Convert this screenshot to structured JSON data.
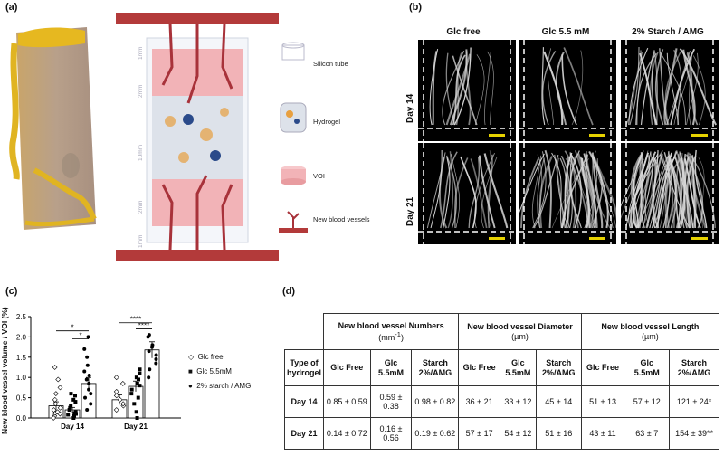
{
  "panels": {
    "a": "(a)",
    "b": "(b)",
    "c": "(c)",
    "d": "(d)"
  },
  "panel_a": {
    "legend": [
      "Silicon tube",
      "Hydrogel",
      "VOI",
      "New blood vessels"
    ],
    "dimensions": [
      "1mm",
      "2mm",
      "10mm",
      "2mm",
      "1mm"
    ]
  },
  "panel_b": {
    "columns": [
      "Glc free",
      "Glc 5.5 mM",
      "2% Starch / AMG"
    ],
    "rows": [
      "Day 14",
      "Day 21"
    ]
  },
  "chart_data": {
    "type": "bar",
    "categories": [
      "Day 14",
      "Day 21"
    ],
    "ylabel": "New blood vessel volume / VOI (%)",
    "ylim": [
      0,
      2.5
    ],
    "yticks": [
      "0.0",
      "0.5",
      "1.0",
      "1.5",
      "2.0",
      "2.5"
    ],
    "series": [
      {
        "name": "Glc free",
        "values": [
          0.3,
          0.45
        ],
        "errors": [
          0.1,
          0.12
        ],
        "points": [
          [
            0.05,
            0.0,
            0.1,
            0.12,
            0.15,
            0.2,
            0.25,
            0.35,
            0.45,
            0.6,
            0.75,
            0.95,
            1.25
          ],
          [
            0.2,
            0.3,
            0.35,
            0.45,
            0.55,
            0.65,
            0.85,
            1.0
          ]
        ]
      },
      {
        "name": "Glc 5.5mM",
        "values": [
          0.2,
          0.78
        ],
        "errors": [
          0.06,
          0.13
        ],
        "points": [
          [
            0.0,
            0.05,
            0.08,
            0.1,
            0.12,
            0.15,
            0.2,
            0.25,
            0.3,
            0.4,
            0.45,
            0.55,
            0.6
          ],
          [
            0.0,
            0.15,
            0.35,
            0.5,
            0.6,
            0.7,
            0.8,
            0.85,
            0.95,
            1.0,
            1.1,
            1.2
          ]
        ]
      },
      {
        "name": "2% starch / AMG",
        "values": [
          0.85,
          1.68
        ],
        "errors": [
          0.15,
          0.2
        ],
        "points": [
          [
            0.2,
            0.35,
            0.5,
            0.6,
            0.7,
            0.85,
            0.95,
            1.05,
            1.15,
            1.3,
            1.5,
            1.7,
            2.0
          ],
          [
            1.0,
            1.2,
            1.35,
            1.45,
            1.55,
            1.65,
            1.75,
            1.8,
            2.0,
            2.05
          ]
        ]
      }
    ],
    "significance": [
      {
        "group": "Day 14",
        "label": "*"
      },
      {
        "group": "Day 14",
        "label": "*"
      },
      {
        "group": "Day 21",
        "label": "****"
      },
      {
        "group": "Day 21",
        "label": "****"
      }
    ]
  },
  "table": {
    "group_headers": [
      {
        "title": "New blood vessel Numbers",
        "unit_base": "(mm",
        "unit_sup": "-1",
        "unit_end": ")"
      },
      {
        "title": "New blood vessel Diameter",
        "unit": "(µm)"
      },
      {
        "title": "New blood vessel Length",
        "unit": "(µm)"
      }
    ],
    "row_header": "Type of hydrogel",
    "subheaders": [
      "Glc Free",
      "Glc 5.5mM",
      "Starch 2%/AMG"
    ],
    "rows": [
      {
        "label": "Day 14",
        "cells": [
          "0.85 ± 0.59",
          "0.59 ± 0.38",
          "0.98 ± 0.82",
          "36 ± 21",
          "33 ± 12",
          "45 ± 14",
          "51 ± 13",
          "57 ± 12",
          "121 ± 24*"
        ]
      },
      {
        "label": "Day 21",
        "cells": [
          "0.14 ± 0.72",
          "0.16 ± 0.56",
          "0.19 ± 0.62",
          "57 ± 17",
          "54 ± 12",
          "51 ± 16",
          "43 ± 11",
          "63 ± 7",
          "154 ± 39**"
        ]
      }
    ]
  }
}
